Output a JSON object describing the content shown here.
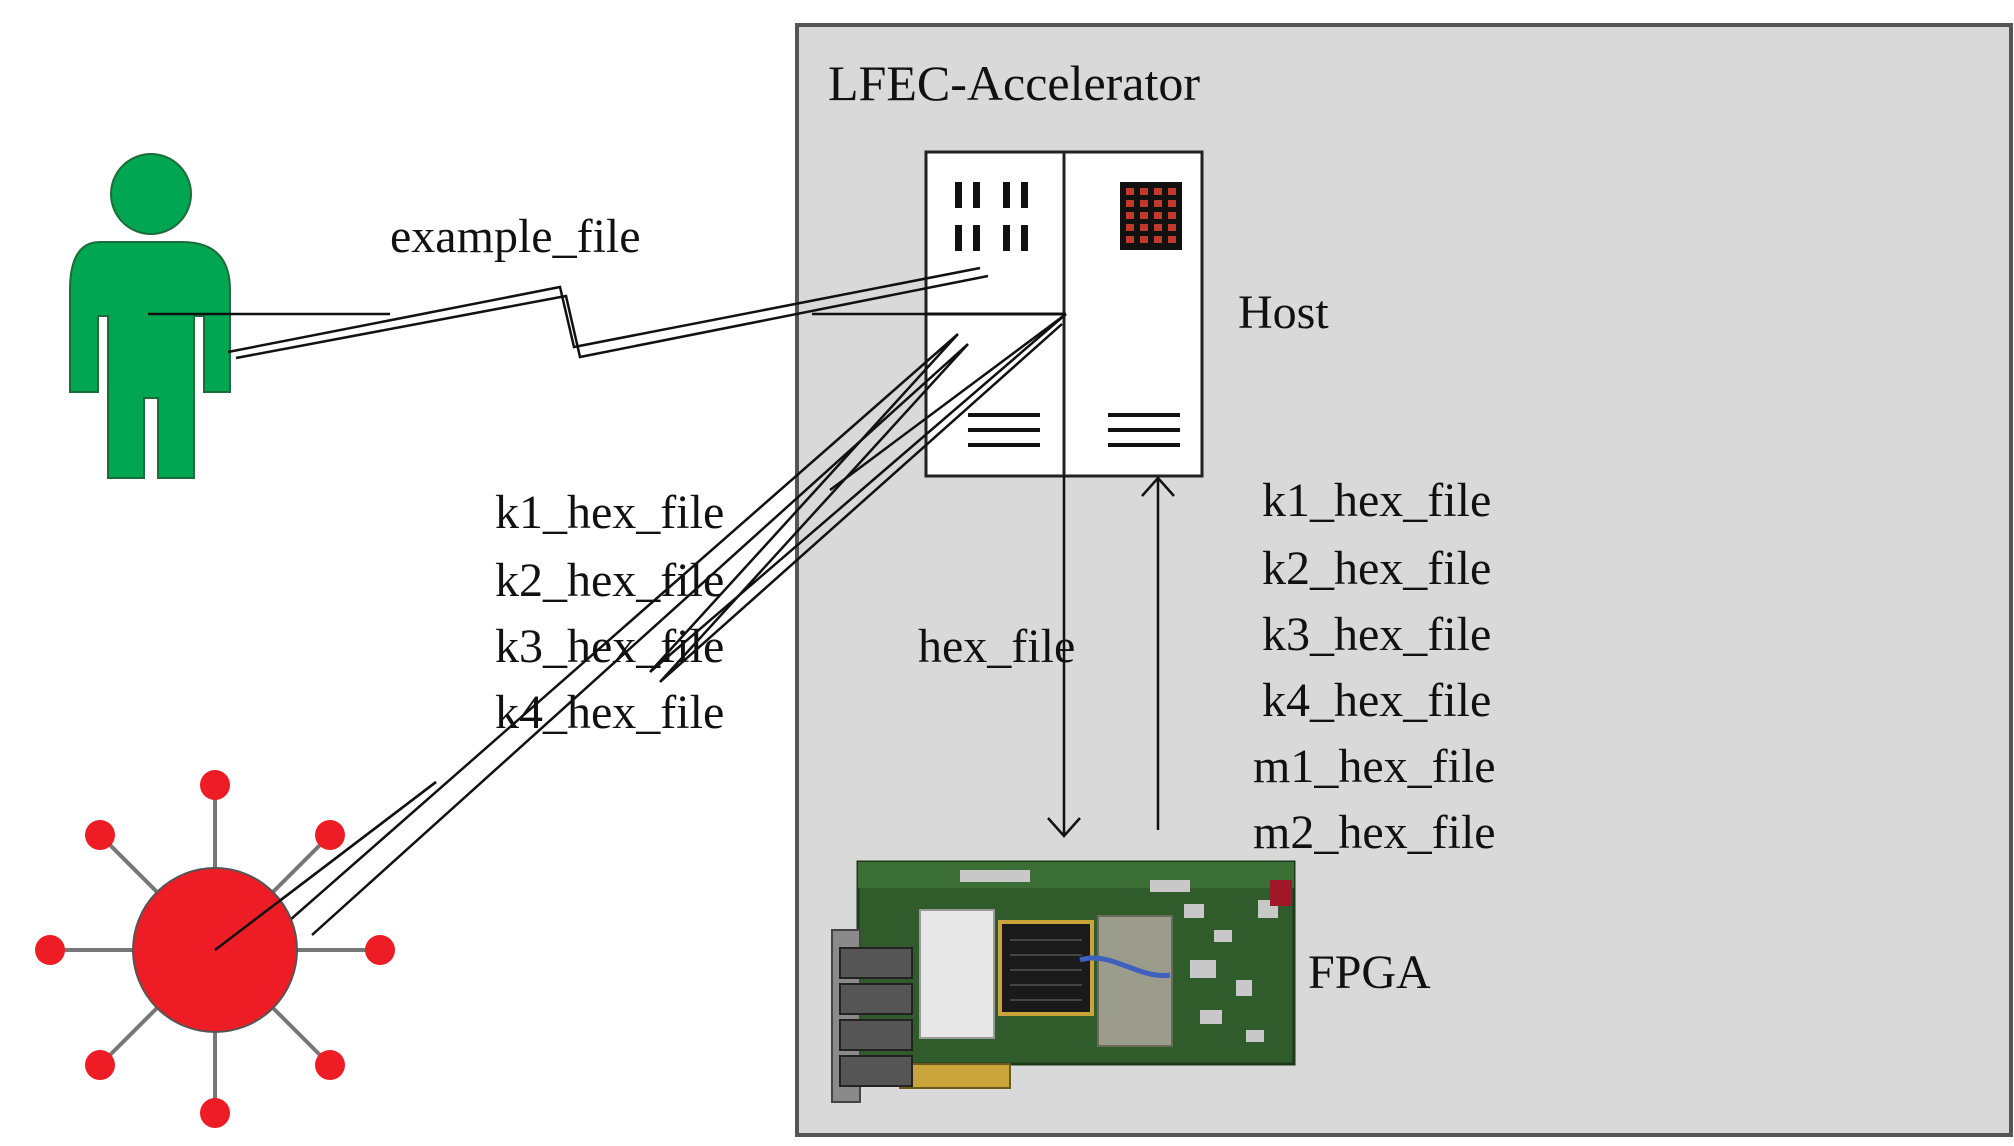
{
  "container": {
    "title": "LFEC-Accelerator",
    "fill": "#d9d9d9",
    "stroke": "#555555"
  },
  "host": {
    "label": "Host"
  },
  "fpga": {
    "label": "FPGA"
  },
  "links": {
    "user_to_host": "example_file",
    "host_to_fpga": "hex_file",
    "network_to_host": [
      "k1_hex_file",
      "k2_hex_file",
      "k3_hex_file",
      "k4_hex_file"
    ],
    "fpga_to_host": [
      "k1_hex_file",
      "k2_hex_file",
      "k3_hex_file",
      "k4_hex_file",
      "m1_hex_file",
      "m2_hex_file"
    ]
  },
  "colors": {
    "user": "#00a651",
    "network": "#ee1c25",
    "server_led": "#c0392b",
    "pcb": "#2f5c2a"
  },
  "icons": {
    "user": "person-icon",
    "network": "network-hub-icon",
    "host": "server-icon",
    "fpga": "fpga-board-icon"
  }
}
